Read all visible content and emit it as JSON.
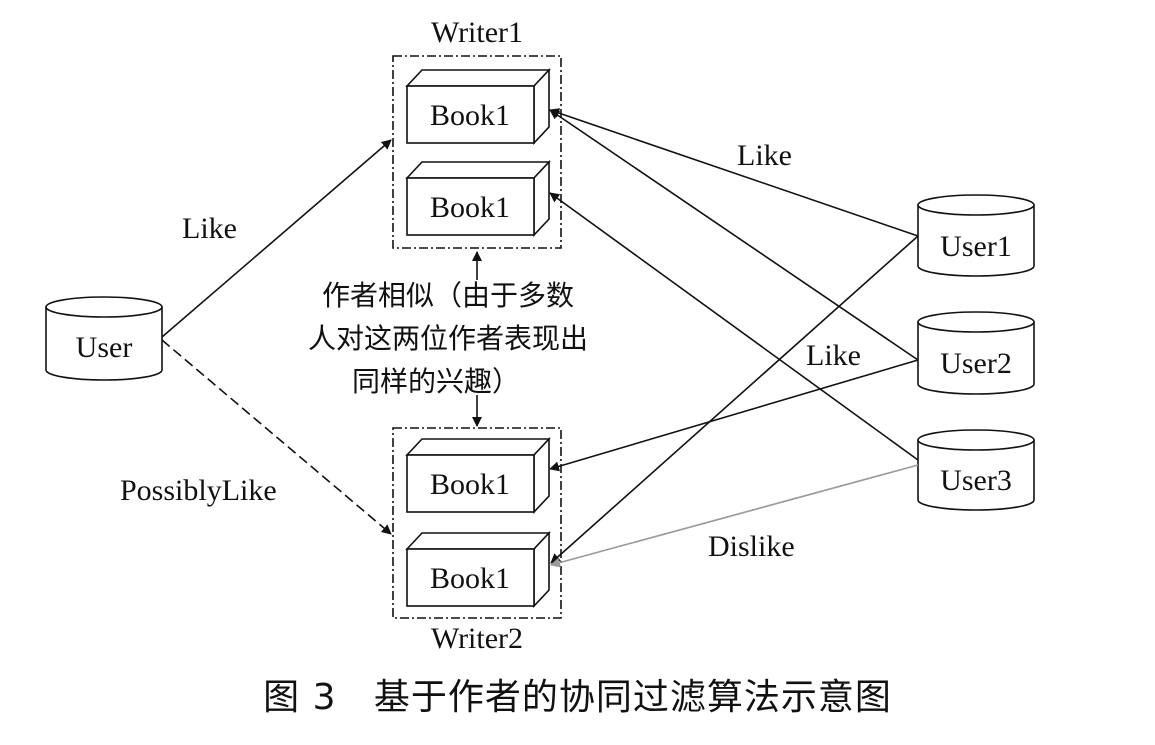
{
  "diagram": {
    "writer1_label": "Writer1",
    "writer2_label": "Writer2",
    "books": [
      {
        "label": "Book1"
      },
      {
        "label": "Book1"
      },
      {
        "label": "Book1"
      },
      {
        "label": "Book1"
      }
    ],
    "user_label": "User",
    "users": [
      {
        "label": "User1"
      },
      {
        "label": "User2"
      },
      {
        "label": "User3"
      }
    ],
    "edge_labels": {
      "like_left": "Like",
      "possibly_like": "PossiblyLike",
      "like_top": "Like",
      "like_mid": "Like",
      "dislike": "Dislike"
    },
    "similarity_note": {
      "line1": "作者相似（由于多数",
      "line2": "人对这两位作者表现出",
      "line3": "同样的兴趣）"
    },
    "caption": "图 3   基于作者的协同过滤算法示意图"
  }
}
